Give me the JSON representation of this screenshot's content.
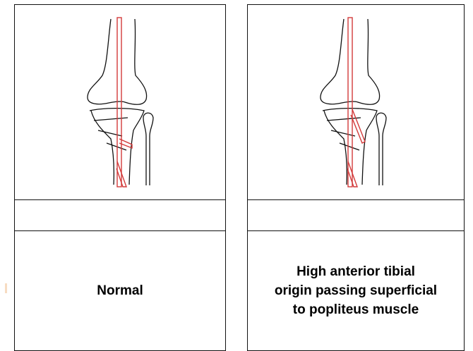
{
  "panels": [
    {
      "caption": "Normal",
      "variant": "normal"
    },
    {
      "caption": "High anterior tibial\norigin passing superficial\nto popliteus muscle",
      "variant": "high-origin"
    }
  ],
  "colors": {
    "artery": "#d23a3a",
    "outline": "#111111"
  }
}
